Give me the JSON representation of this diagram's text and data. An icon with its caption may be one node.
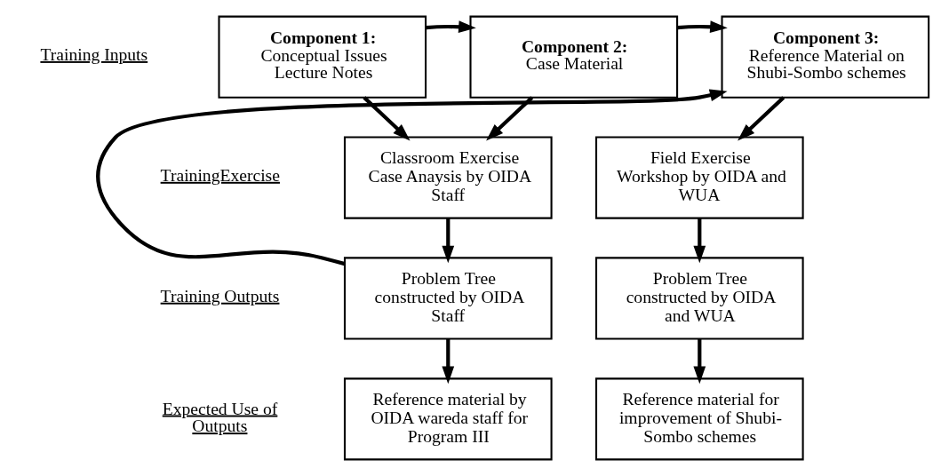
{
  "diagram": {
    "nodes": [
      {
        "text": [
          "Component 1:",
          "Conceptual Issues Lecture Notes"
        ]
      },
      {
        "text": [
          "Component 2:",
          "Case Material"
        ]
      },
      {
        "text": [
          "Component 3:",
          "Reference Material on Shubi-Sombo schemes"
        ]
      },
      {
        "text": [
          "Classroom Exercise Case Anaysis by OIDA Staff"
        ]
      },
      {
        "text": [
          "Field Exercise Workshop by OIDA and WUA"
        ]
      },
      {
        "text": [
          "Problem Tree constructed by OIDA Staff"
        ]
      },
      {
        "text": [
          "Problem Tree constructed by OIDA and WUA"
        ]
      },
      {
        "text": [
          "Reference material by OIDA wareda staff for Program III"
        ]
      },
      {
        "text": [
          "Reference material for improvement of Shubi-Sombo schemes"
        ]
      }
    ],
    "edges": [
      {
        "from": 0,
        "to": 1,
        "arrow": "to"
      },
      {
        "from": 0,
        "to": 3,
        "arrow": "to"
      },
      {
        "from": 1,
        "to": 2,
        "arrow": "to"
      },
      {
        "from": 1,
        "to": 3,
        "arrow": "to"
      },
      {
        "from": 2,
        "to": 4,
        "arrow": "to"
      },
      {
        "from": 3,
        "to": 5,
        "arrow": "to"
      },
      {
        "from": 5,
        "to": 2,
        "arrow": "to"
      },
      {
        "from": 4,
        "to": 6,
        "arrow": "to"
      },
      {
        "from": 5,
        "to": 7,
        "arrow": "to"
      },
      {
        "from": 6,
        "to": 8,
        "arrow": "to"
      }
    ],
    "labels": [
      "Training Inputs",
      "TrainingExercise",
      "Training Outputs",
      "Expected Use of Outputs"
    ]
  }
}
